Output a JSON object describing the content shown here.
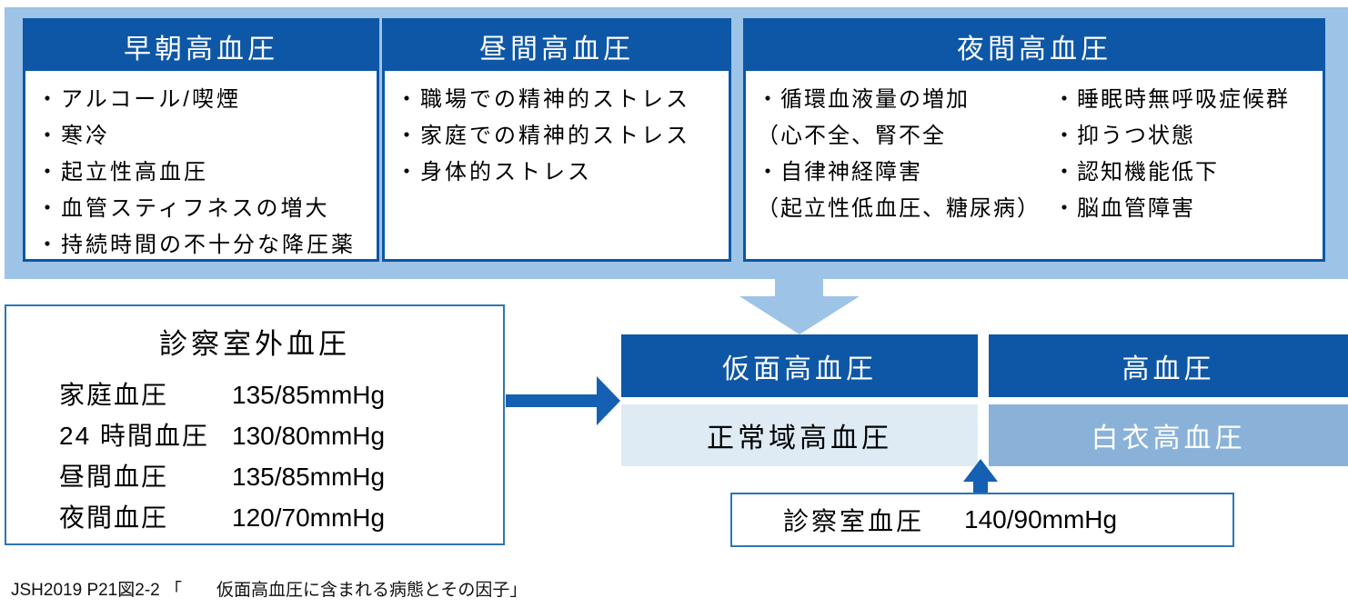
{
  "palette": {
    "dark_blue": "#0D57A6",
    "light_blue": "#9DC3E6",
    "pale_blue_band": "#DEEBF5",
    "medium_blue_band": "#8AB2D9",
    "arrow_blue": "#1560B2",
    "thin_border_blue": "#2E74B6"
  },
  "banner": {
    "boxes": [
      {
        "title": "早朝高血圧",
        "items": [
          "・アルコール/喫煙",
          "・寒冷",
          "・起立性高血圧",
          "・血管スティフネスの増大",
          "・持続時間の不十分な降圧薬"
        ]
      },
      {
        "title": "昼間高血圧",
        "items": [
          "・職場での精神的ストレス",
          "・家庭での精神的ストレス",
          "・身体的ストレス"
        ]
      },
      {
        "title": "夜間高血圧",
        "items_left": [
          "・循環血液量の増加",
          "（心不全、腎不全",
          "・自律神経障害",
          "（起立性低血圧、糖尿病）"
        ],
        "items_right": [
          "・睡眠時無呼吸症候群",
          "・抑うつ状態",
          "・認知機能低下",
          "・脳血管障害"
        ]
      }
    ]
  },
  "out_of_office": {
    "title": "診察室外血圧",
    "rows": [
      {
        "label": "家庭血圧",
        "value": "135/85mmHg"
      },
      {
        "label": "24 時間血圧",
        "value": "130/80mmHg"
      },
      {
        "label": "昼間血圧",
        "value": "135/85mmHg"
      },
      {
        "label": "夜間血圧",
        "value": "120/70mmHg"
      }
    ]
  },
  "masked": {
    "header": "仮面高血圧",
    "band": "正常域高血圧"
  },
  "hypertension": {
    "header": "高血圧",
    "band": "白衣高血圧"
  },
  "office_bp": {
    "label": "診察室血圧",
    "value": "140/90mmHg"
  },
  "caption": "JSH2019 P21図2-2 「　　仮面高血圧に含まれる病態とその因子」"
}
